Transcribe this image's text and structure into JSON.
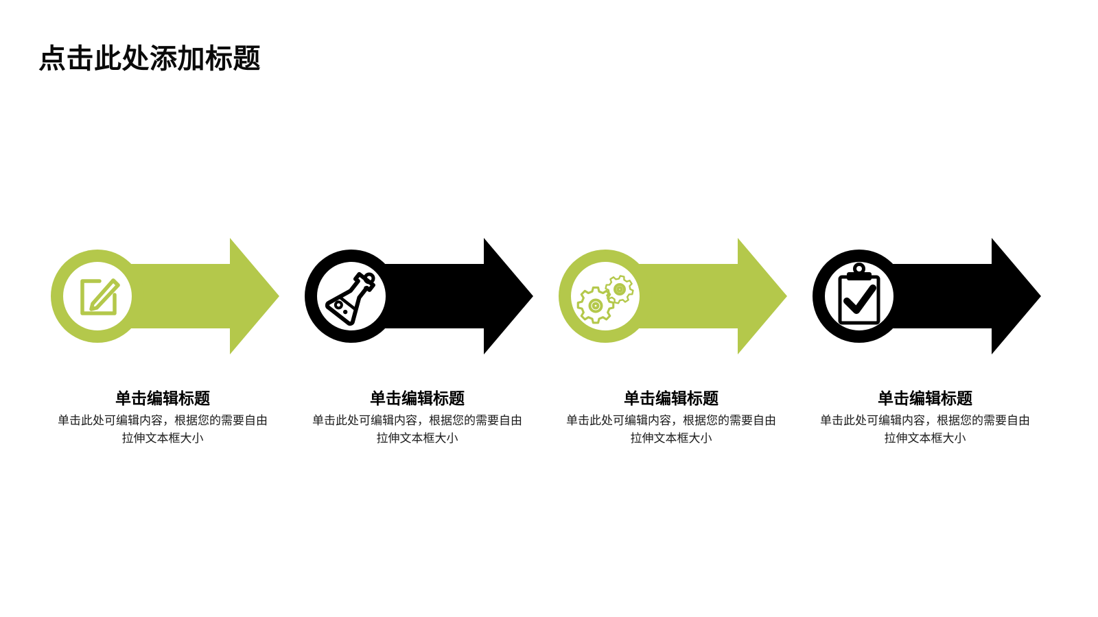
{
  "slide": {
    "title": "点击此处添加标题",
    "background_color": "#FFFFFF",
    "accent_green": "#B4C84B",
    "accent_black": "#000000"
  },
  "steps": [
    {
      "index": "1",
      "icon": "edit-pencil-icon",
      "color": "#B4C84B",
      "caption_title": "单击编辑标题",
      "caption_body": "单击此处可编辑内容，根据您的需要自由拉伸文本框大小"
    },
    {
      "index": "2",
      "icon": "flask-icon",
      "color": "#000000",
      "caption_title": "单击编辑标题",
      "caption_body": "单击此处可编辑内容，根据您的需要自由拉伸文本框大小"
    },
    {
      "index": "3",
      "icon": "gears-icon",
      "color": "#B4C84B",
      "caption_title": "单击编辑标题",
      "caption_body": "单击此处可编辑内容，根据您的需要自由拉伸文本框大小"
    },
    {
      "index": "4",
      "icon": "clipboard-check-icon",
      "color": "#000000",
      "caption_title": "单击编辑标题",
      "caption_body": "单击此处可编辑内容，根据您的需要自由拉伸文本框大小"
    }
  ]
}
